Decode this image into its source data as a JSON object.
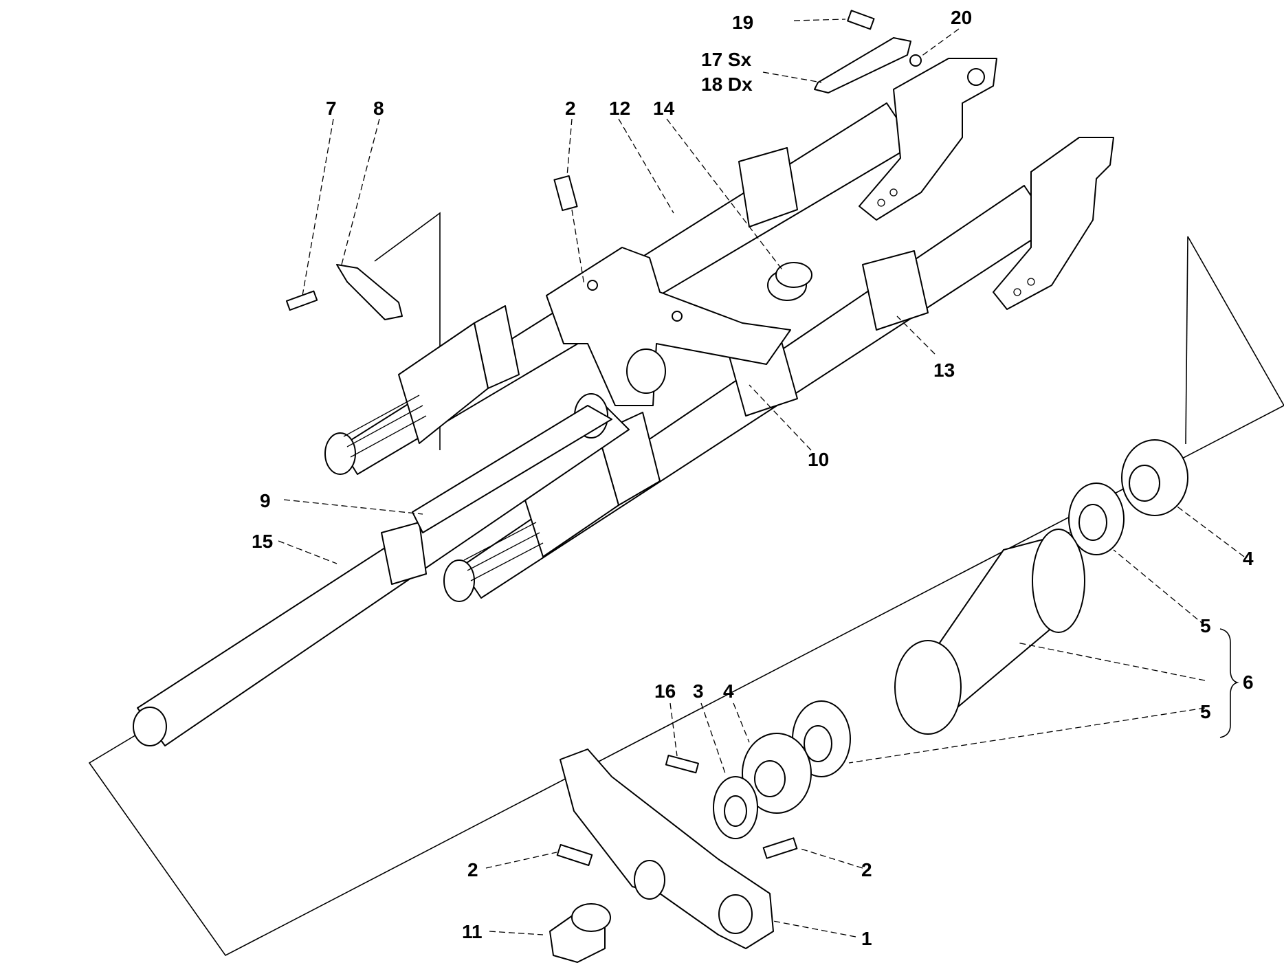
{
  "callouts": [
    {
      "id": "c19",
      "text": "19"
    },
    {
      "id": "c20",
      "text": "20"
    },
    {
      "id": "c17",
      "text": "17 Sx"
    },
    {
      "id": "c18",
      "text": "18 Dx"
    },
    {
      "id": "c7",
      "text": "7"
    },
    {
      "id": "c8",
      "text": "8"
    },
    {
      "id": "c2a",
      "text": "2"
    },
    {
      "id": "c12",
      "text": "12"
    },
    {
      "id": "c14",
      "text": "14"
    },
    {
      "id": "c13",
      "text": "13"
    },
    {
      "id": "c10",
      "text": "10"
    },
    {
      "id": "c9",
      "text": "9"
    },
    {
      "id": "c15",
      "text": "15"
    },
    {
      "id": "c4a",
      "text": "4"
    },
    {
      "id": "c5a",
      "text": "5"
    },
    {
      "id": "c6",
      "text": "6"
    },
    {
      "id": "c5b",
      "text": "5"
    },
    {
      "id": "c16",
      "text": "16"
    },
    {
      "id": "c3",
      "text": "3"
    },
    {
      "id": "c4b",
      "text": "4"
    },
    {
      "id": "c2b",
      "text": "2"
    },
    {
      "id": "c2c",
      "text": "2"
    },
    {
      "id": "c11",
      "text": "11"
    },
    {
      "id": "c1",
      "text": "1"
    }
  ]
}
